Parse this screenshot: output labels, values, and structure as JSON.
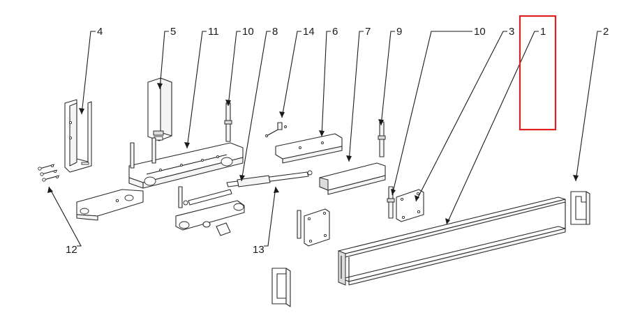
{
  "diagram": {
    "callouts": [
      {
        "id": "c1",
        "label": "1"
      },
      {
        "id": "c2",
        "label": "2"
      },
      {
        "id": "c3",
        "label": "3"
      },
      {
        "id": "c4",
        "label": "4"
      },
      {
        "id": "c5",
        "label": "5"
      },
      {
        "id": "c6",
        "label": "6"
      },
      {
        "id": "c7",
        "label": "7"
      },
      {
        "id": "c8",
        "label": "8"
      },
      {
        "id": "c9",
        "label": "9"
      },
      {
        "id": "c10a",
        "label": "10"
      },
      {
        "id": "c10b",
        "label": "10"
      },
      {
        "id": "c11",
        "label": "11"
      },
      {
        "id": "c12",
        "label": "12"
      },
      {
        "id": "c13",
        "label": "13"
      },
      {
        "id": "c14",
        "label": "14"
      }
    ],
    "highlight_color": "#e0201e"
  }
}
